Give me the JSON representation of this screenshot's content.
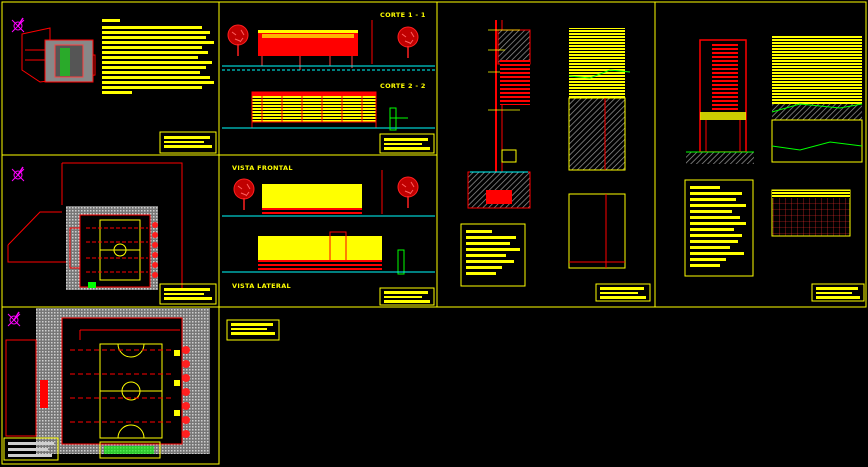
{
  "drawing": {
    "section_1_label": "CORTE 1 - 1",
    "section_2_label": "CORTE 2 - 2",
    "front_view_label": "VISTA FRONTAL",
    "side_view_label": "VISTA LATERAL"
  },
  "colors": {
    "background": "#000000",
    "frame": "#ffff00",
    "wall": "#ff0000",
    "text_block": "#ffff00",
    "tree": "#ff0000",
    "ground": "#00ffff",
    "grass": "#00ff00",
    "hatch": "#bbbbbb",
    "north_arrow": "#ff00ff"
  },
  "icons": [
    "north-arrow-icon",
    "tree-icon",
    "title-block-icon"
  ]
}
